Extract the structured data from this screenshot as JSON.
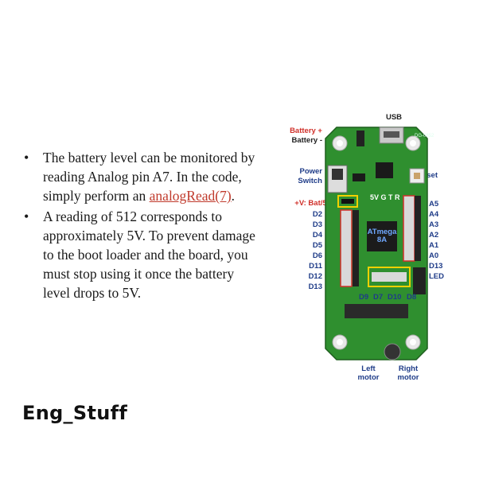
{
  "bullets": [
    {
      "text": "The battery level can be monitored by reading Analog pin A7. In the code, simply perform an ",
      "link": "analogRead(7)",
      "tail": "."
    },
    {
      "text": "A reading of 512 corresponds to approximately 5V. To prevent damage to the boot loader and the board, you must stop using it once the battery level drops to 5V.",
      "link": "",
      "tail": ""
    }
  ],
  "brand": "Eng_Stuff",
  "board": {
    "usb": "USB",
    "battery_plus": "Battery +",
    "battery_minus": "Battery -",
    "power_switch_1": "Power",
    "power_switch_2": "Switch",
    "reset": "Reset",
    "vbat": "+V: Bat/5V",
    "chip_1": "ATmega",
    "chip_2": "8A",
    "chip_top": "5V G T R",
    "left_pins": [
      "D2",
      "D3",
      "D4",
      "D5",
      "D6",
      "D11",
      "D12",
      "D13"
    ],
    "right_pins": [
      "A5",
      "A4",
      "A3",
      "A2",
      "A1",
      "A0",
      "D13"
    ],
    "led": "LED",
    "bottom_pins": [
      "D9",
      "D7",
      "D10",
      "D8"
    ],
    "left_motor_1": "Left",
    "left_motor_2": "motor",
    "right_motor_1": "Right",
    "right_motor_2": "motor",
    "model": "DG-0852",
    "colors": {
      "board": "#2f8f2f",
      "blue_label": "#1f3c88",
      "red_label": "#d0302a",
      "highlight": "#f2d000"
    }
  }
}
